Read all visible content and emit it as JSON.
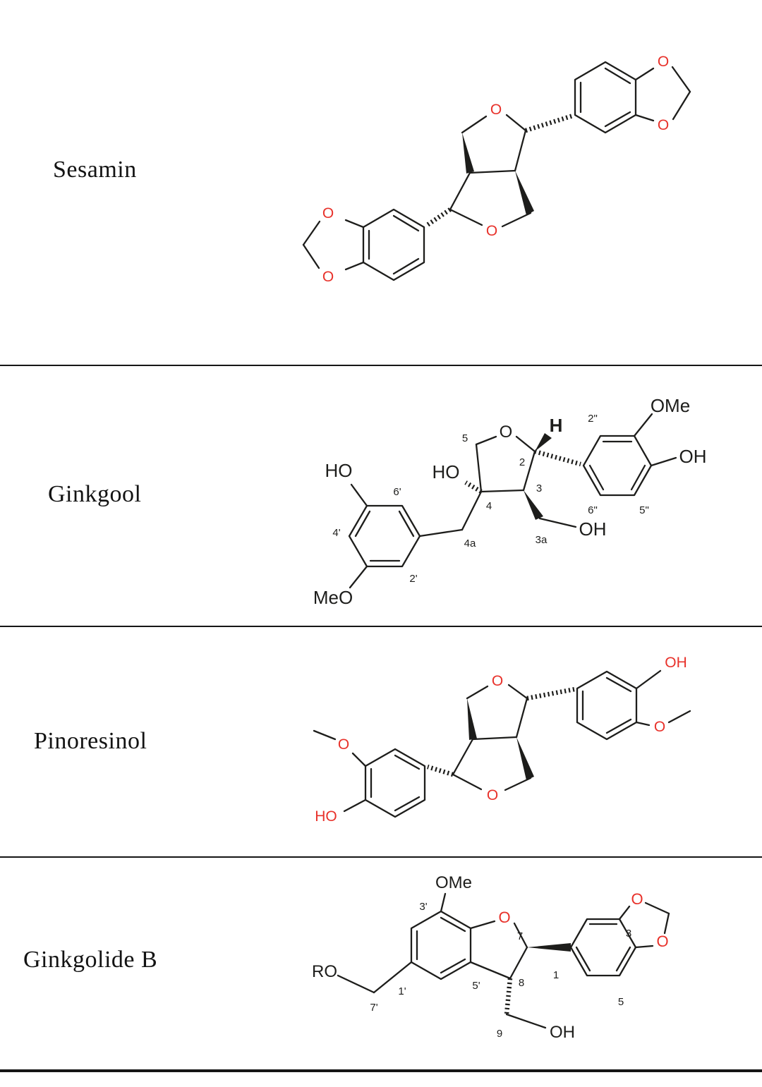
{
  "rows": [
    {
      "label": "Sesamin"
    },
    {
      "label": "Ginkgool"
    },
    {
      "label": "Pinoresinol"
    },
    {
      "label": "Ginkgolide B"
    }
  ],
  "colors": {
    "heteroatom": "#e8312a",
    "bond": "#1d1d1b"
  },
  "sesamin": {
    "o": "O"
  },
  "ginkgool": {
    "atoms": {
      "ring_o": "O",
      "h": "H",
      "ho_left": "HO",
      "ho_c4": "HO",
      "ome": "OMe",
      "oh_right": "OH",
      "oh_ch2": "OH",
      "meo": "MeO"
    },
    "locants": {
      "c5": "5",
      "c2": "2",
      "c3": "3",
      "c4": "4",
      "c4a": "4a",
      "c3a": "3a",
      "c6p": "6'",
      "c4p": "4'",
      "c2p": "2'",
      "c2pp": "2\"",
      "c6pp": "6\"",
      "c5pp": "5\""
    }
  },
  "pinoresinol": {
    "atoms": {
      "ring_o_top": "O",
      "ring_o_bottom": "O",
      "oh": "OH",
      "ho": "HO",
      "ome_o_top": "O",
      "ome_o_bottom": "O"
    }
  },
  "ginkgolide_b": {
    "atoms": {
      "ome": "OMe",
      "ro": "RO",
      "ring_o": "O",
      "diox_o_top": "O",
      "diox_o_bottom": "O",
      "oh": "OH"
    },
    "locants": {
      "c3p": "3'",
      "c1p": "1'",
      "c5p": "5'",
      "c7p": "7'",
      "c7": "7",
      "c8": "8",
      "c9": "9",
      "c1": "1",
      "c3": "3",
      "c5": "5"
    }
  }
}
